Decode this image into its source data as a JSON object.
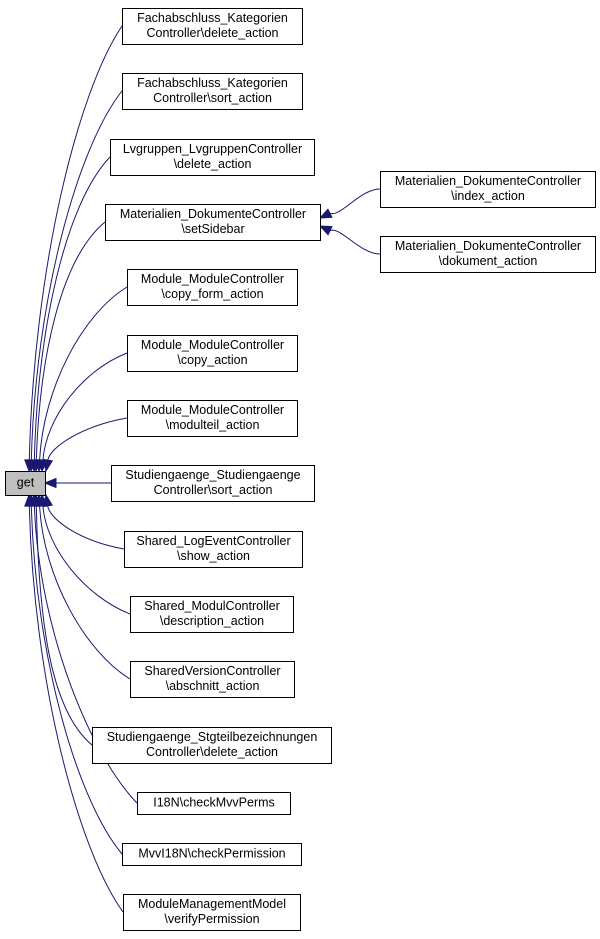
{
  "diagram": {
    "root": {
      "id": "get",
      "label": "get"
    },
    "nodes": [
      {
        "id": "n1",
        "lines": [
          "Fachabschluss_Kategorien",
          "Controller\\delete_action"
        ]
      },
      {
        "id": "n2",
        "lines": [
          "Fachabschluss_Kategorien",
          "Controller\\sort_action"
        ]
      },
      {
        "id": "n3",
        "lines": [
          "Lvgruppen_LvgruppenController",
          "\\delete_action"
        ]
      },
      {
        "id": "n4",
        "lines": [
          "Materialien_DokumenteController",
          "\\setSidebar"
        ]
      },
      {
        "id": "n5",
        "lines": [
          "Module_ModuleController",
          "\\copy_form_action"
        ]
      },
      {
        "id": "n6",
        "lines": [
          "Module_ModuleController",
          "\\copy_action"
        ]
      },
      {
        "id": "n7",
        "lines": [
          "Module_ModuleController",
          "\\modulteil_action"
        ]
      },
      {
        "id": "n8",
        "lines": [
          "Studiengaenge_Studiengaenge",
          "Controller\\sort_action"
        ]
      },
      {
        "id": "n9",
        "lines": [
          "Shared_LogEventController",
          "\\show_action"
        ]
      },
      {
        "id": "n10",
        "lines": [
          "Shared_ModulController",
          "\\description_action"
        ]
      },
      {
        "id": "n11",
        "lines": [
          "SharedVersionController",
          "\\abschnitt_action"
        ]
      },
      {
        "id": "n12",
        "lines": [
          "Studiengaenge_Stgteilbezeichnungen",
          "Controller\\delete_action"
        ]
      },
      {
        "id": "n13",
        "lines": [
          "I18N\\checkMvvPerms"
        ]
      },
      {
        "id": "n14",
        "lines": [
          "MvvI18N\\checkPermission"
        ]
      },
      {
        "id": "n15",
        "lines": [
          "ModuleManagementModel",
          "\\verifyPermission"
        ]
      },
      {
        "id": "n16",
        "lines": [
          "Materialien_DokumenteController",
          "\\index_action"
        ]
      },
      {
        "id": "n17",
        "lines": [
          "Materialien_DokumenteController",
          "\\dokument_action"
        ]
      }
    ],
    "edges": [
      {
        "from": "n1",
        "to": "get"
      },
      {
        "from": "n2",
        "to": "get"
      },
      {
        "from": "n3",
        "to": "get"
      },
      {
        "from": "n4",
        "to": "get"
      },
      {
        "from": "n5",
        "to": "get"
      },
      {
        "from": "n6",
        "to": "get"
      },
      {
        "from": "n7",
        "to": "get"
      },
      {
        "from": "n8",
        "to": "get"
      },
      {
        "from": "n9",
        "to": "get"
      },
      {
        "from": "n10",
        "to": "get"
      },
      {
        "from": "n11",
        "to": "get"
      },
      {
        "from": "n12",
        "to": "get"
      },
      {
        "from": "n13",
        "to": "get"
      },
      {
        "from": "n14",
        "to": "get"
      },
      {
        "from": "n15",
        "to": "get"
      },
      {
        "from": "n16",
        "to": "n4"
      },
      {
        "from": "n17",
        "to": "n4"
      }
    ],
    "colors": {
      "edge": "#191970",
      "root_fill": "#bfbfbf",
      "node_fill": "#ffffff",
      "border": "#000000"
    }
  }
}
